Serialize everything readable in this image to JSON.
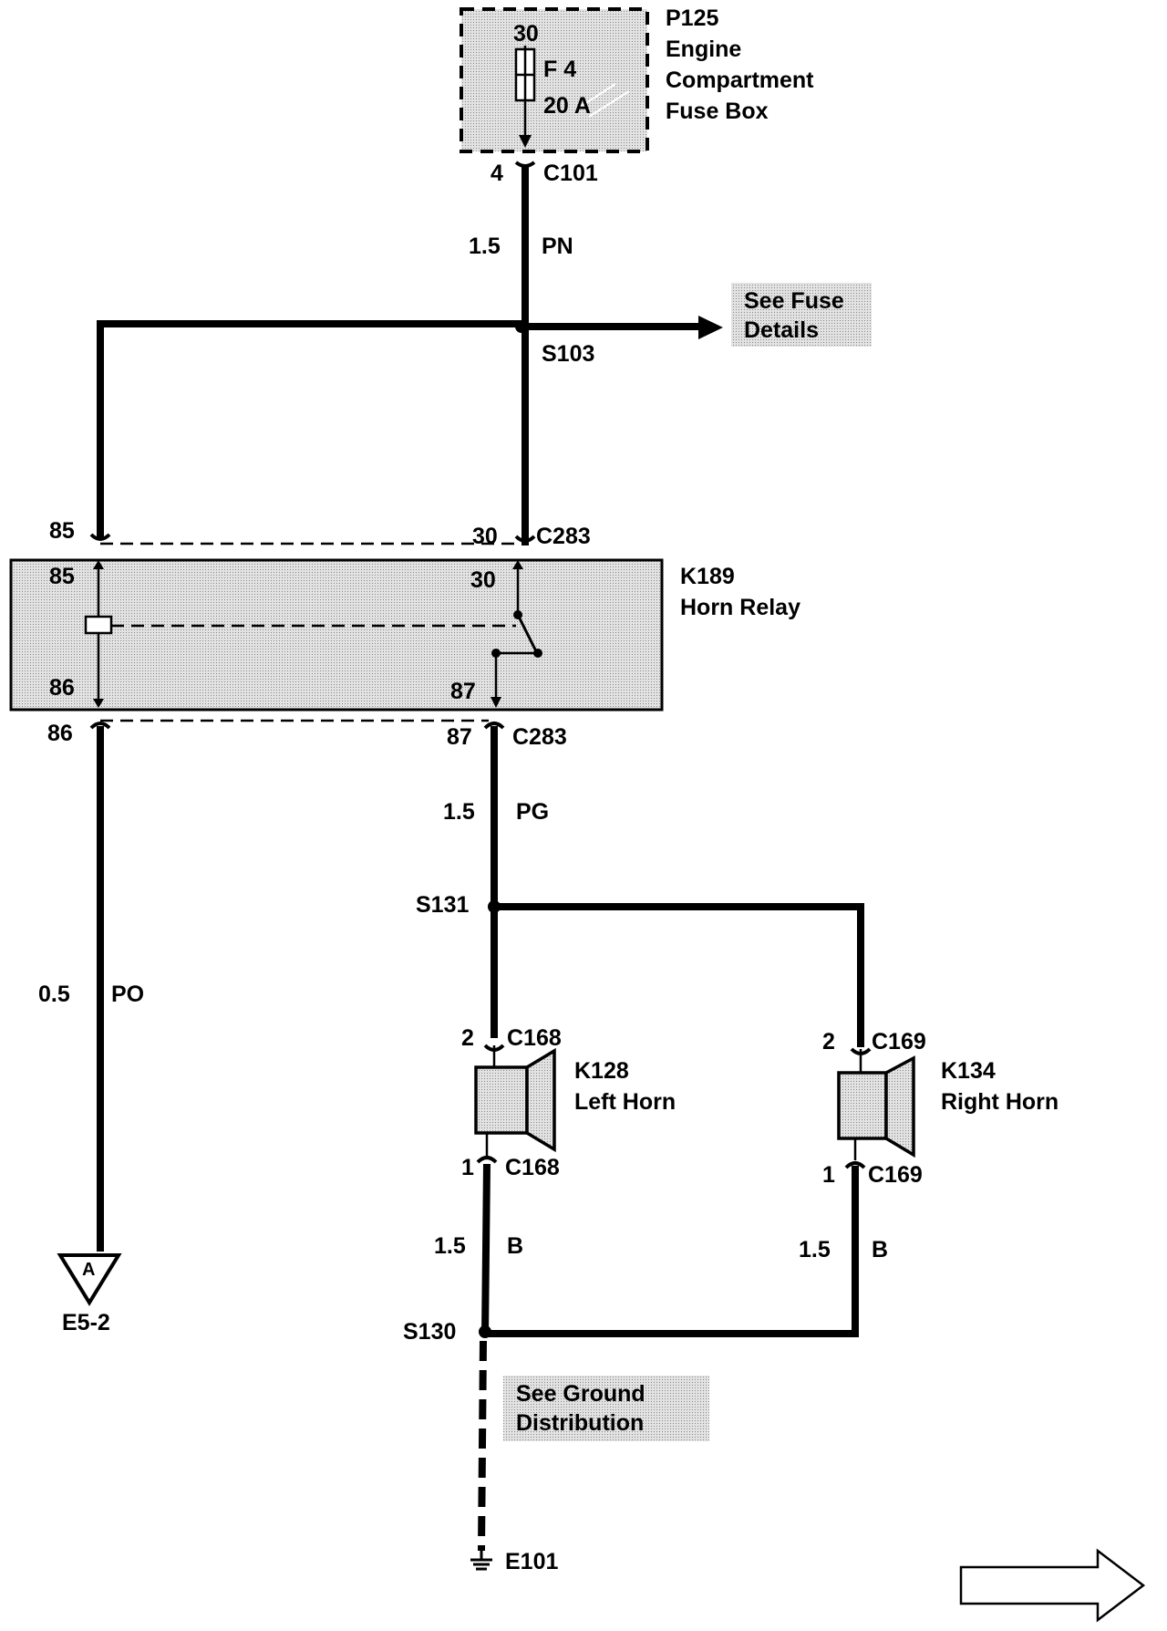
{
  "fuse_box": {
    "ref": "P125",
    "line1": "Engine",
    "line2": "Compartment",
    "line3": "Fuse Box",
    "terminal": "30",
    "fuse_name": "F 4",
    "fuse_rating": "20 A",
    "pin": "4",
    "connector": "C101"
  },
  "wire_fuse_out": {
    "size": "1.5",
    "color": "PN"
  },
  "splice_s103": "S103",
  "see_fuse": {
    "line1": "See Fuse",
    "line2": "Details"
  },
  "relay": {
    "ref": "K189",
    "name": "Horn Relay",
    "pin85": "85",
    "pin30": "30",
    "pin86": "86",
    "pin87": "87",
    "conn_top": "C283",
    "conn_bottom": "C283"
  },
  "wire_relay_out": {
    "size": "1.5",
    "color": "PG"
  },
  "wire_ground_out": {
    "size": "0.5",
    "color": "PO"
  },
  "splice_s131": "S131",
  "splice_s130": "S130",
  "left_horn": {
    "ref": "K128",
    "name": "Left Horn",
    "pin_in": "2",
    "pin_out": "1",
    "conn": "C168"
  },
  "right_horn": {
    "ref": "K134",
    "name": "Right Horn",
    "pin_in": "2",
    "pin_out": "1",
    "conn": "C169"
  },
  "wire_left_ground": {
    "size": "1.5",
    "color": "B"
  },
  "wire_right_ground": {
    "size": "1.5",
    "color": "B"
  },
  "see_ground": {
    "line1": "See Ground",
    "line2": "Distribution"
  },
  "ground_point": "E101",
  "offpage": {
    "letter": "A",
    "ref": "E5-2"
  }
}
